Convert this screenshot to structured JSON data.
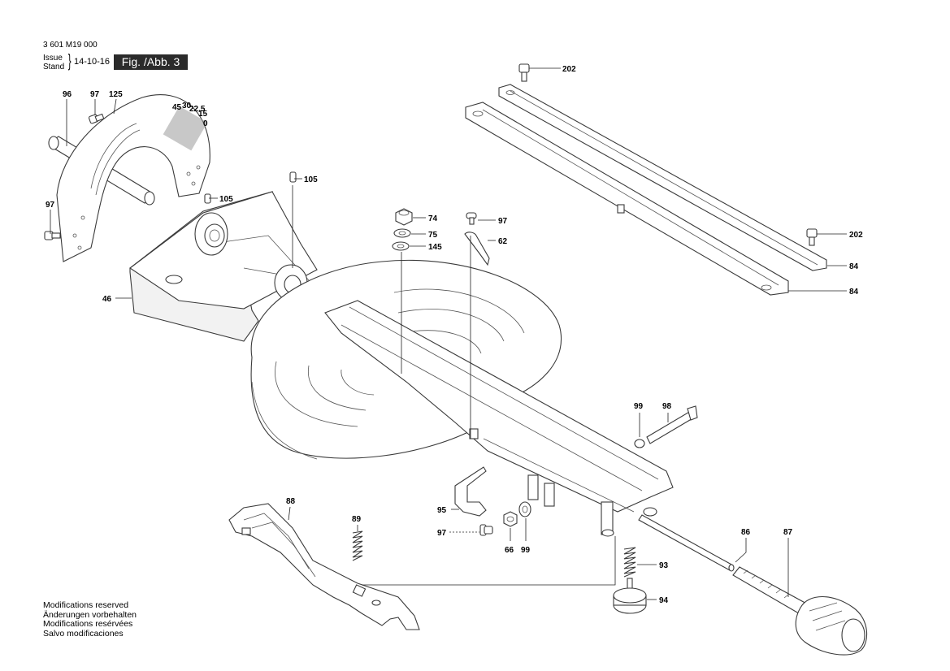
{
  "header": {
    "doc_number": "3 601 M19 000",
    "issue_label": "Issue",
    "stand_label": "Stand",
    "brace": "}",
    "date": "14-10-16",
    "figure": "Fig. /Abb. 3"
  },
  "modifications": [
    "Modifications reserved",
    "Änderungen vorbehalten",
    "Modifications resérvées",
    "Salvo modificaciones"
  ],
  "part_labels": {
    "p96": "96",
    "p97a": "97",
    "p125": "125",
    "p97b": "97",
    "p105a": "105",
    "p105b": "105",
    "p46": "46",
    "p74": "74",
    "p75": "75",
    "p145": "145",
    "p97c": "97",
    "p62": "62",
    "p202a": "202",
    "p202b": "202",
    "p84a": "84",
    "p84b": "84",
    "p99a": "99",
    "p98": "98",
    "p88": "88",
    "p89": "89",
    "p95": "95",
    "p97d": "97",
    "p66": "66",
    "p99b": "99",
    "p86": "86",
    "p87": "87",
    "p93": "93",
    "p94": "94"
  },
  "scale_marks": {
    "m45": "45",
    "m30": "30",
    "m22": "22.5",
    "m15": "15",
    "m0": "0"
  }
}
